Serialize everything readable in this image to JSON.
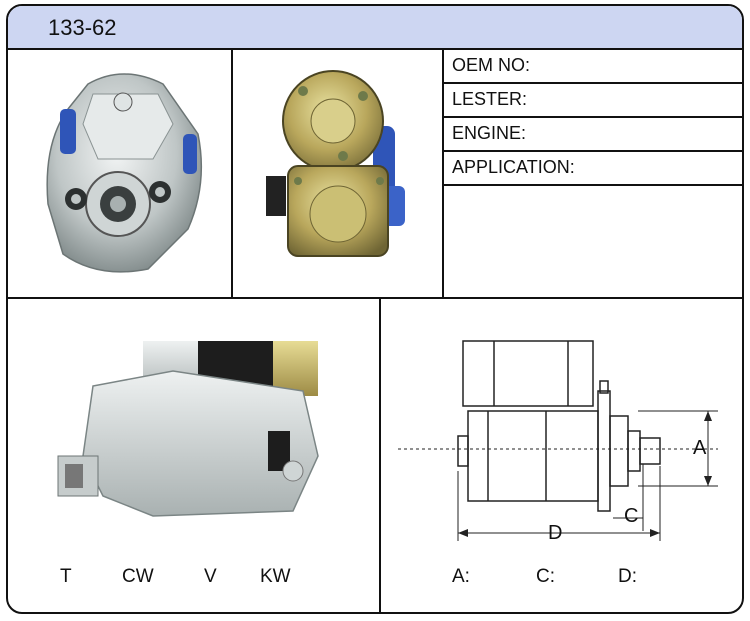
{
  "header": {
    "part_no": "133-62",
    "color": "#cdd6f2"
  },
  "specs": [
    {
      "label": "OEM NO:"
    },
    {
      "label": "LESTER:"
    },
    {
      "label": "ENGINE:"
    },
    {
      "label": "APPLICATION:"
    }
  ],
  "codes": [
    "T",
    "CW",
    "V",
    "KW"
  ],
  "dimensions": {
    "labels": [
      "A:",
      "C:",
      "D:"
    ],
    "marks": {
      "a": "A",
      "c": "C",
      "d": "D"
    }
  },
  "photos": {
    "front": "starter-motor-front-view",
    "back": "starter-motor-rear-view",
    "side": "starter-motor-side-view",
    "drawing": "starter-motor-dimension-drawing"
  }
}
